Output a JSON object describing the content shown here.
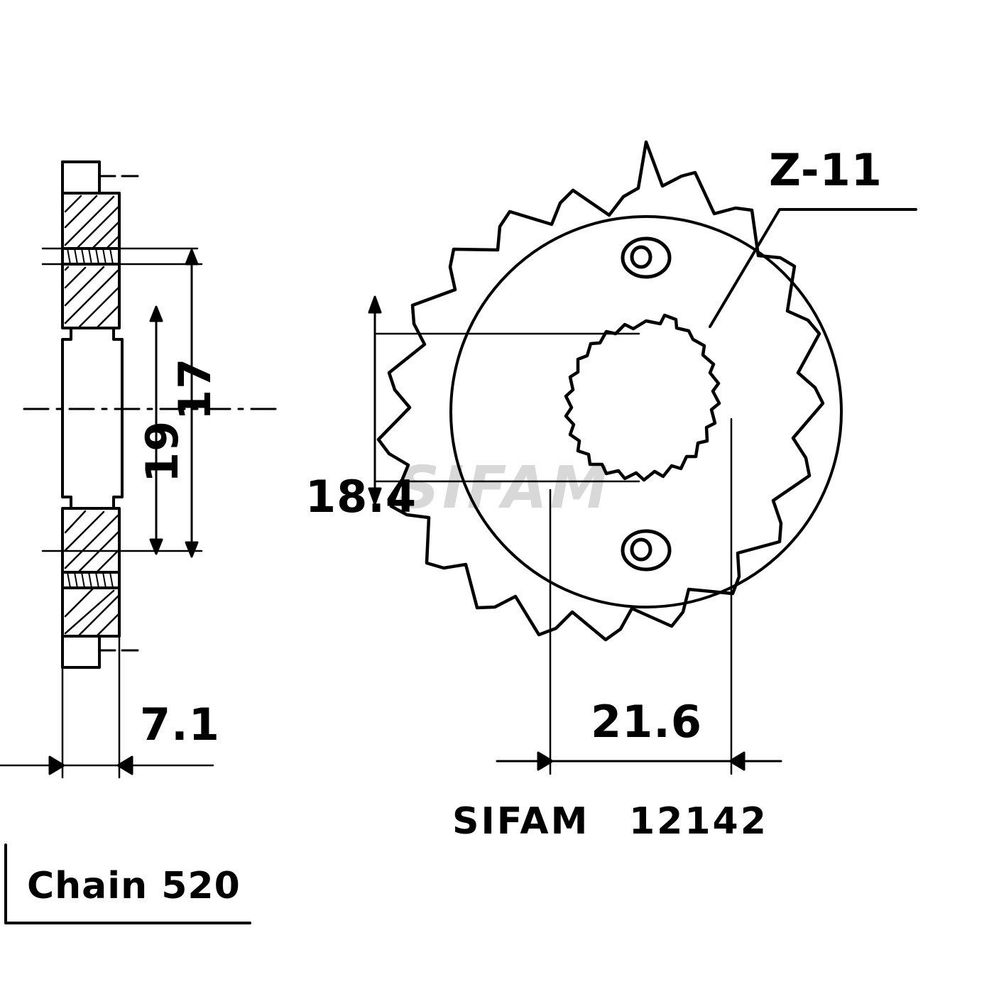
{
  "drawing": {
    "title": "Motorcycle front sprocket technical drawing",
    "watermark": "SIFAM",
    "labels": {
      "teeth": "Z-11",
      "bore_width": "18.4",
      "outer_width": "21.6",
      "thickness": "7.1",
      "dim_17": "17",
      "dim_19": "19"
    },
    "footer": {
      "brand": "SIFAM",
      "reference": "12142",
      "chain": "Chain 520"
    }
  }
}
